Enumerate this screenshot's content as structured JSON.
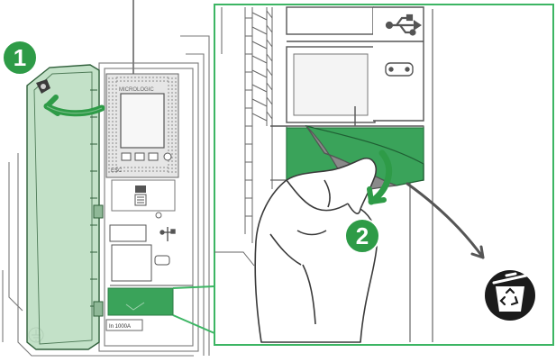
{
  "steps": [
    {
      "number": "1"
    },
    {
      "number": "2"
    }
  ],
  "device_labels": {
    "brand_mark": "MICROLOGIC",
    "front_marking": "ESC",
    "rating": "In 1000A"
  },
  "icons": {
    "step_badge": "circle-number",
    "usb_port": "usb-icon",
    "recycle_bin": "recycle-bin-icon",
    "earth_symbol": "earth-icon"
  },
  "colors": {
    "step_badge": "#2e9b47",
    "callout_border": "#3cb563",
    "protective_film": "#3aa35a",
    "transparent_cover": "#b9dcbe",
    "ink": "#3a3a3a",
    "bin": "#1b1b1b"
  }
}
